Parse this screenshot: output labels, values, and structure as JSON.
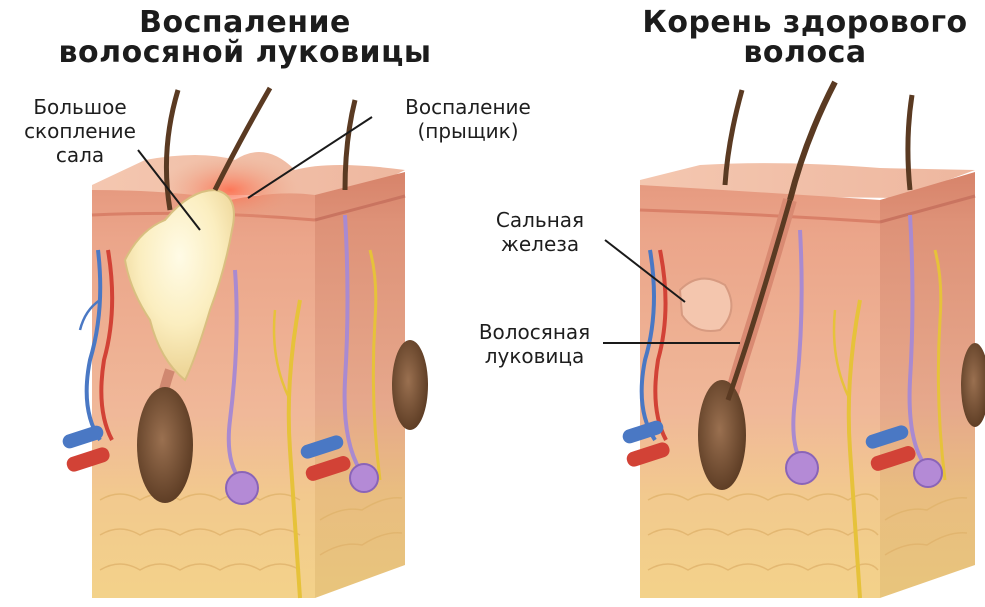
{
  "titles": {
    "left_line1": "Воспаление",
    "left_line2": "волосяной луковицы",
    "right_line1": "Корень здорового",
    "right_line2": "волоса"
  },
  "labels": {
    "sebum_line1": "Большое",
    "sebum_line2": "скопление",
    "sebum_line3": "сала",
    "inflammation_line1": "Воспаление",
    "inflammation_line2": "(прыщик)",
    "gland_line1": "Сальная",
    "gland_line2": "железа",
    "bulb_line1": "Волосяная",
    "bulb_line2": "луковица"
  },
  "colors": {
    "epidermis": "#e9a98e",
    "dermis": "#f1b99c",
    "fat": "#f3d48a",
    "hair": "#5a3a22",
    "bulb": "#6e4a30",
    "sebum": "#fbf0c2",
    "vein": "#4a78c4",
    "artery": "#d24236",
    "nerve": "#e6c23a",
    "sweat_gland": "#b48ad6"
  }
}
